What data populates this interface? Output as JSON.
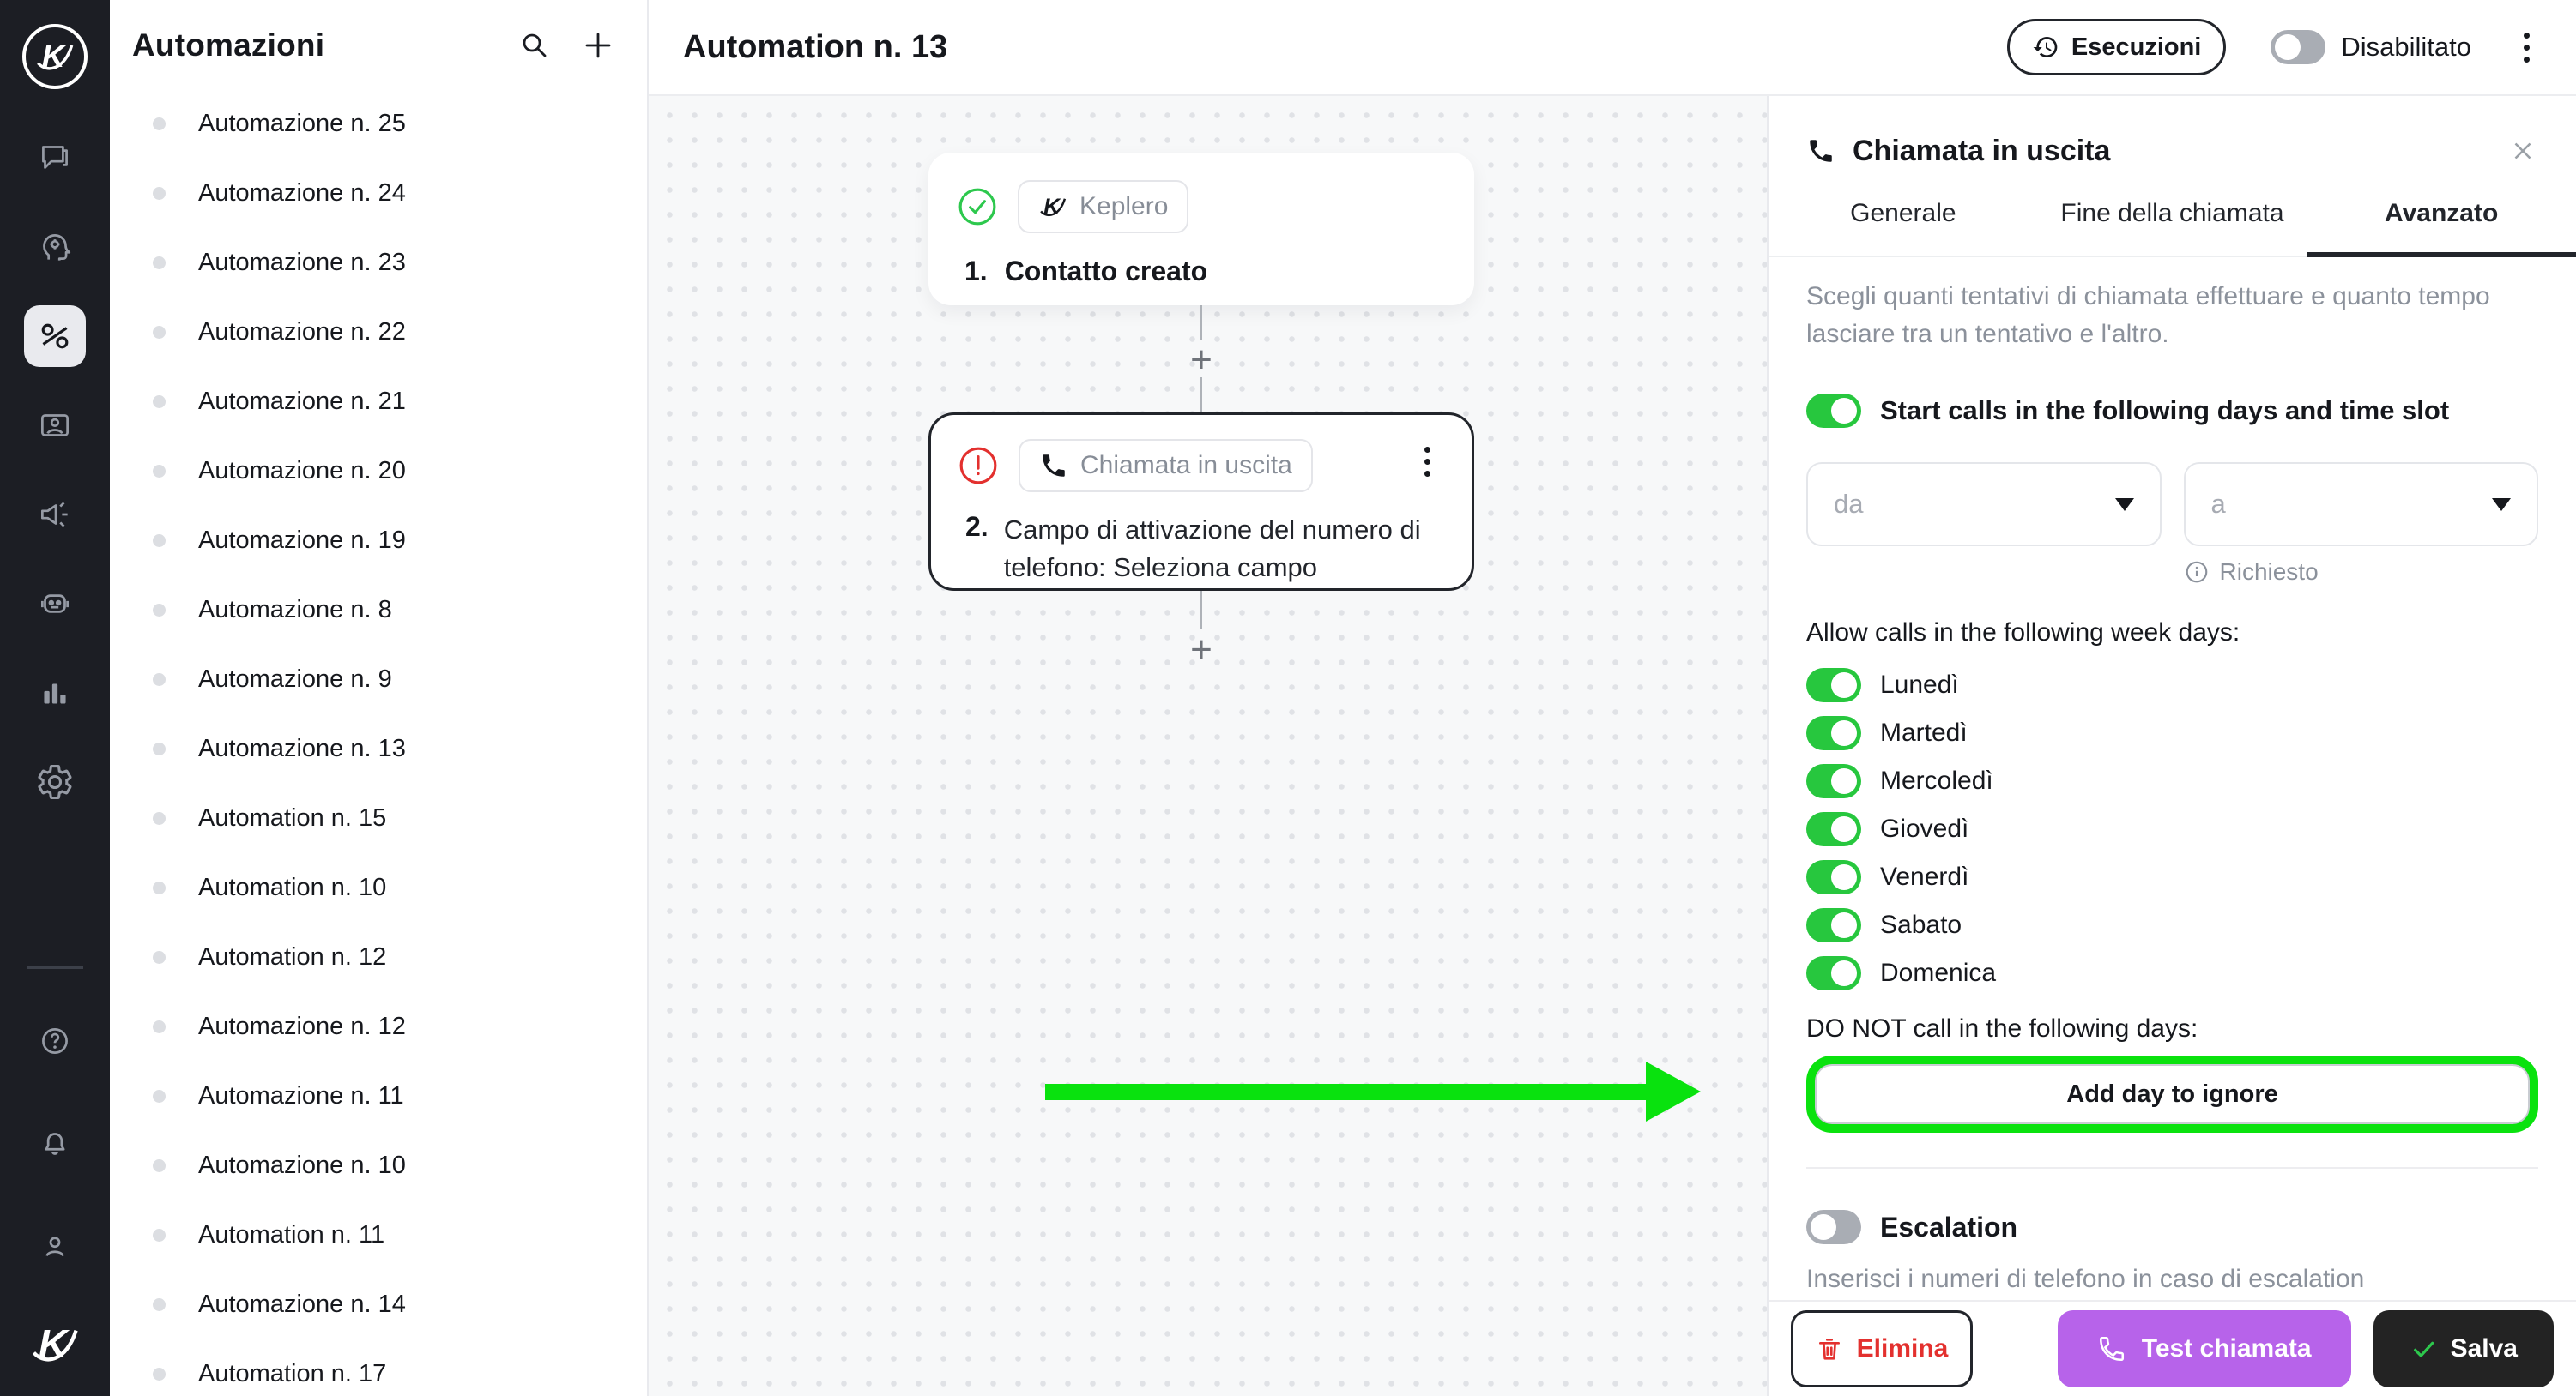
{
  "colors": {
    "rail_bg": "#1c1e24",
    "toggle_on_green": "#27c73e",
    "highlight_green": "#0ae20e",
    "purple": "#b763ea",
    "danger_red": "#e3302e",
    "dark_button": "#232323",
    "muted_text": "#8b919b",
    "canvas_bg": "#f7f8f9"
  },
  "icons": {
    "rail": [
      "keplero-logo",
      "chat",
      "ai-assistant",
      "automations",
      "contacts",
      "campaigns",
      "bot",
      "analytics",
      "settings"
    ],
    "rail_footer": [
      "help",
      "notifications",
      "profile",
      "keplero-logo"
    ],
    "sidebar_header": [
      "search",
      "add"
    ],
    "misc": [
      "history",
      "kebab",
      "close",
      "phone",
      "check-circle",
      "alert-circle",
      "info",
      "trash",
      "check"
    ]
  },
  "sidebar": {
    "title": "Automazioni",
    "items": [
      "Automazione n. 25",
      "Automazione n. 24",
      "Automazione n. 23",
      "Automazione n. 22",
      "Automazione n. 21",
      "Automazione n. 20",
      "Automazione n. 19",
      "Automazione n. 8",
      "Automazione n. 9",
      "Automazione n. 13",
      "Automation n. 15",
      "Automation n. 10",
      "Automation n. 12",
      "Automazione n. 12",
      "Automazione n. 11",
      "Automazione n. 10",
      "Automation n. 11",
      "Automazione n. 14",
      "Automation n. 17"
    ]
  },
  "topbar": {
    "title": "Automation n. 13",
    "executions": "Esecuzioni",
    "status": "Disabilitato"
  },
  "canvas": {
    "node1": {
      "step": "1.",
      "provider": "Keplero",
      "title": "Contatto creato"
    },
    "node2": {
      "step": "2.",
      "type": "Chiamata in uscita",
      "description": "Campo di attivazione del numero di telefono: Seleziona campo"
    }
  },
  "panel": {
    "title": "Chiamata in uscita",
    "tabs": [
      "Generale",
      "Fine della chiamata",
      "Avanzato"
    ],
    "active_tab": "Avanzato",
    "intro": "Scegli quanti tentativi di chiamata effettuare e quanto tempo lasciare tra un tentativo e l'altro.",
    "schedule": {
      "toggle_label": "Start calls in the following days and time slot",
      "from_placeholder": "da",
      "to_placeholder": "a",
      "required": "Richiesto"
    },
    "weekdays_label": "Allow calls in the following week days:",
    "weekdays": [
      "Lunedì",
      "Martedì",
      "Mercoledì",
      "Giovedì",
      "Venerdì",
      "Sabato",
      "Domenica"
    ],
    "ignore_label": "DO NOT call in the following days:",
    "ignore_button": "Add day to ignore",
    "escalation": {
      "label": "Escalation",
      "description": "Inserisci i numeri di telefono in caso di escalation"
    },
    "footer": {
      "delete": "Elimina",
      "test": "Test chiamata",
      "save": "Salva"
    }
  }
}
